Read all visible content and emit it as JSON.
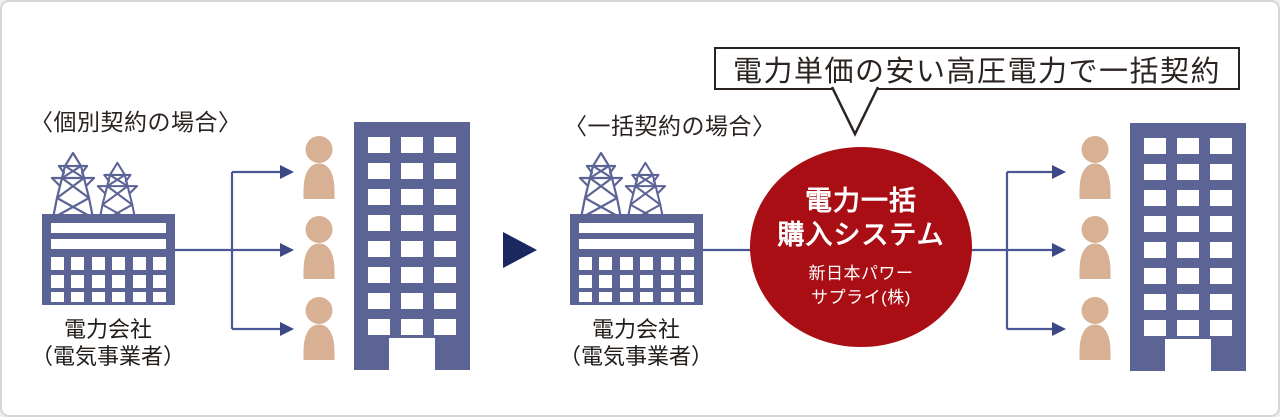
{
  "left_section": {
    "heading": "〈個別契約の場合〉",
    "supplier_line1": "電力会社",
    "supplier_line2": "（電気事業者）"
  },
  "right_section": {
    "heading": "〈一括契約の場合〉",
    "supplier_line1": "電力会社",
    "supplier_line2": "（電気事業者）"
  },
  "callout": {
    "text": "電力単価の安い高圧電力で一括契約"
  },
  "system_circle": {
    "title_line1": "電力一括",
    "title_line2": "購入システム",
    "company_line1": "新日本パワー",
    "company_line2": "サプライ(株)"
  },
  "icons": {
    "transmission_tower": "lattice-pylon",
    "power_plant": "power-company-building",
    "office_building": "multi-story-building-with-door",
    "person": "consumer-silhouette",
    "flow_arrow": "solid-right-triangle",
    "branch_arrows": "three-way-branching-arrows",
    "callout_pointer": "down-v-pointer"
  },
  "colors": {
    "building_blue": "#5c6495",
    "line_blue": "#4c5796",
    "arrowhead_blue": "#3d4987",
    "flow_arrow_navy": "#1b2760",
    "circle_red": "#aa0e15",
    "person_tan": "#d8b194",
    "text_dark": "#2b2320",
    "canvas_border": "#d6d6d6"
  }
}
